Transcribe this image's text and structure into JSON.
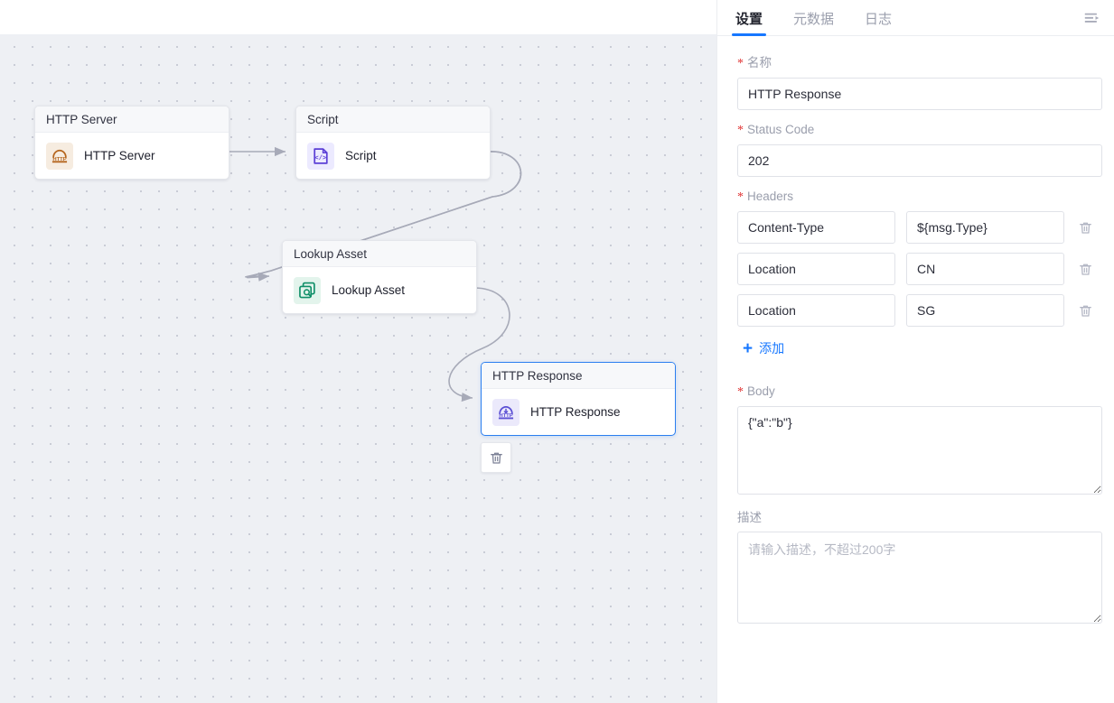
{
  "canvas": {
    "nodes": [
      {
        "id": "http-server",
        "title": "HTTP Server",
        "label": "HTTP Server",
        "icon": "http-server-icon",
        "selected": false
      },
      {
        "id": "script",
        "title": "Script",
        "label": "Script",
        "icon": "script-icon",
        "selected": false
      },
      {
        "id": "lookup-asset",
        "title": "Lookup Asset",
        "label": "Lookup Asset",
        "icon": "lookup-asset-icon",
        "selected": false
      },
      {
        "id": "http-response",
        "title": "HTTP Response",
        "label": "HTTP Response",
        "icon": "http-response-icon",
        "selected": true
      }
    ],
    "delete_button": {
      "icon": "trash-icon"
    },
    "edge_color": "#a7aab8",
    "background_color": "#eef0f4"
  },
  "panel": {
    "tabs": [
      {
        "id": "settings",
        "label": "设置",
        "active": true
      },
      {
        "id": "metadata",
        "label": "元数据",
        "active": false
      },
      {
        "id": "logs",
        "label": "日志",
        "active": false
      }
    ],
    "toggle_icon": "panel-collapse-icon",
    "accent_color": "#1677ff",
    "required_color": "#e03131",
    "form": {
      "name": {
        "label": "名称",
        "required": true,
        "value": "HTTP Response"
      },
      "status_code": {
        "label": "Status Code",
        "required": true,
        "value": "202"
      },
      "headers": {
        "label": "Headers",
        "required": true,
        "rows": [
          {
            "key": "Content-Type",
            "value": "${msg.Type}",
            "delete_icon": "trash-icon"
          },
          {
            "key": "Location",
            "value": "CN",
            "delete_icon": "trash-icon"
          },
          {
            "key": "Location",
            "value": "SG",
            "delete_icon": "trash-icon"
          }
        ],
        "add_label": "添加",
        "add_icon": "plus-icon"
      },
      "body": {
        "label": "Body",
        "required": true,
        "value": "{\"a\":\"b\"}"
      },
      "description": {
        "label": "描述",
        "required": false,
        "value": "",
        "placeholder": "请输入描述，不超过200字"
      }
    }
  }
}
